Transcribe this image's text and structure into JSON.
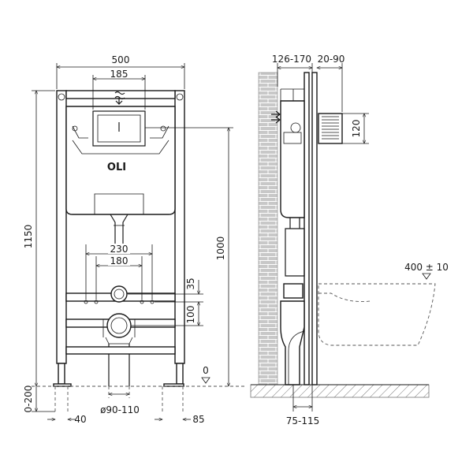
{
  "brand": {
    "logo_text": "OLI"
  },
  "front_view": {
    "dimensions": {
      "frame_width": "500",
      "flush_plate_width": "185",
      "total_height": "1150",
      "flush_plate_height": "1000",
      "bolt_spacing_outer": "230",
      "bolt_spacing_inner": "180",
      "bolt_height": "35",
      "drain_height": "100",
      "floor_level": "0",
      "adjustable_legs": "0-200",
      "leg_offset": "40",
      "drain_diameter": "ø90-110",
      "foot_width": "85"
    }
  },
  "side_view": {
    "dimensions": {
      "depth": "126-170",
      "wall_cover": "20-90",
      "plate_height": "120",
      "bowl_height": "400 ± 10",
      "drain_offset": "75-115"
    }
  },
  "colors": {
    "line": "#1a1a1a",
    "wall": "#c8c8c8",
    "hatch": "#777777"
  }
}
